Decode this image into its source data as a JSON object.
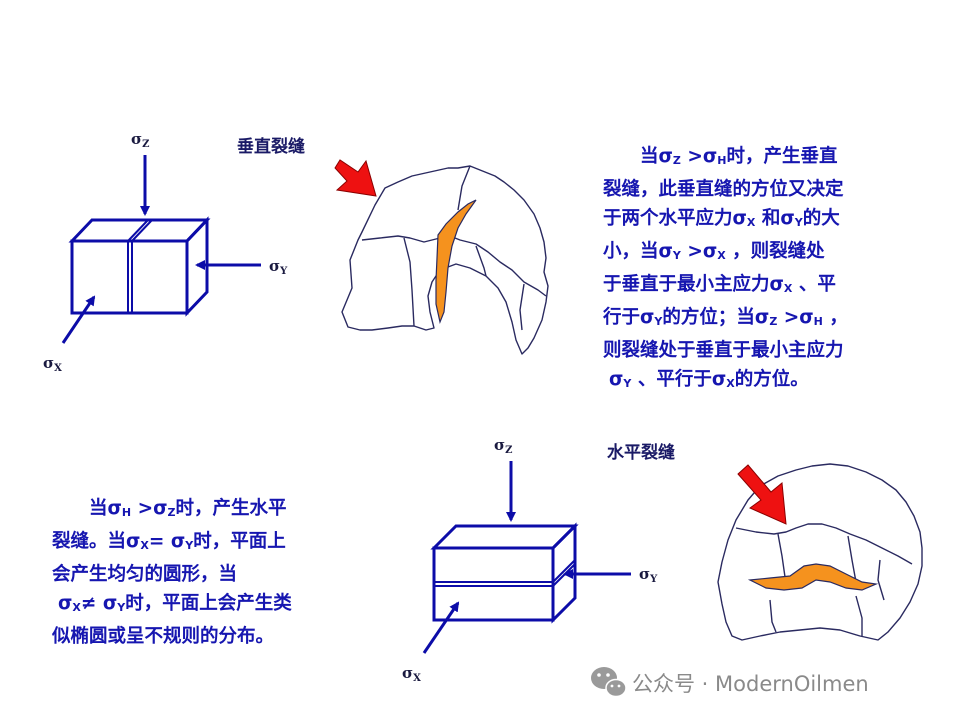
{
  "top": {
    "label": "垂直裂缝",
    "sigma_z": "σ",
    "sigma_z_sub": "Z",
    "sigma_y": "σ",
    "sigma_y_sub": "Y",
    "sigma_x": "σ",
    "sigma_x_sub": "X",
    "paragraph": {
      "l1_a": "当σ",
      "l1_s1": "Z",
      "l1_b": " >σ",
      "l1_s2": "H",
      "l1_c": "时，产生垂直",
      "l2": "裂缝，此垂直缝的方位又决定",
      "l3_a": "于两个水平应力σ",
      "l3_s1": "X",
      "l3_b": " 和σ",
      "l3_s2": "Y",
      "l3_c": "的大",
      "l4_a": "小，当σ",
      "l4_s1": "Y",
      "l4_b": " >σ",
      "l4_s2": "X",
      "l4_c": " ，则裂缝处",
      "l5_a": "于垂直于最小主应力σ",
      "l5_s1": "X",
      "l5_b": " 、平",
      "l6_a": "行于σ",
      "l6_s1": "Y",
      "l6_b": "的方位；当σ",
      "l6_s2": "Z",
      "l6_c": " >σ",
      "l6_s3": "H",
      "l6_d": " ，",
      "l7": "则裂缝处于垂直于最小主应力",
      "l8_a": "σ",
      "l8_s1": "Y",
      "l8_b": " 、平行于σ",
      "l8_s2": "X",
      "l8_c": "的方位。"
    }
  },
  "bottom": {
    "label": "水平裂缝",
    "sigma_z": "σ",
    "sigma_z_sub": "Z",
    "sigma_y": "σ",
    "sigma_y_sub": "Y",
    "sigma_x": "σ",
    "sigma_x_sub": "X",
    "paragraph": {
      "l1_a": "当σ",
      "l1_s1": "H",
      "l1_b": " >σ",
      "l1_s2": "Z",
      "l1_c": "时，产生水平",
      "l2_a": "裂缝。当σ",
      "l2_s1": "X",
      "l2_b": "= σ",
      "l2_s2": "Y",
      "l2_c": "时，平面上",
      "l3": "会产生均匀的圆形，当",
      "l4_a": "σ",
      "l4_s1": "X",
      "l4_b": "≠ σ",
      "l4_s2": "Y",
      "l4_c": "时，平面上会产生类",
      "l5": "似椭圆或呈不规则的分布。"
    }
  },
  "watermark": {
    "text": "公众号 · ModernOilmen",
    "icon": "wechat-icon"
  },
  "colors": {
    "cube_stroke": "#0c0ca8",
    "arrow_red": "#ee1111",
    "fracture_fill": "#f5921e",
    "rock_stroke": "#2a2a60"
  }
}
